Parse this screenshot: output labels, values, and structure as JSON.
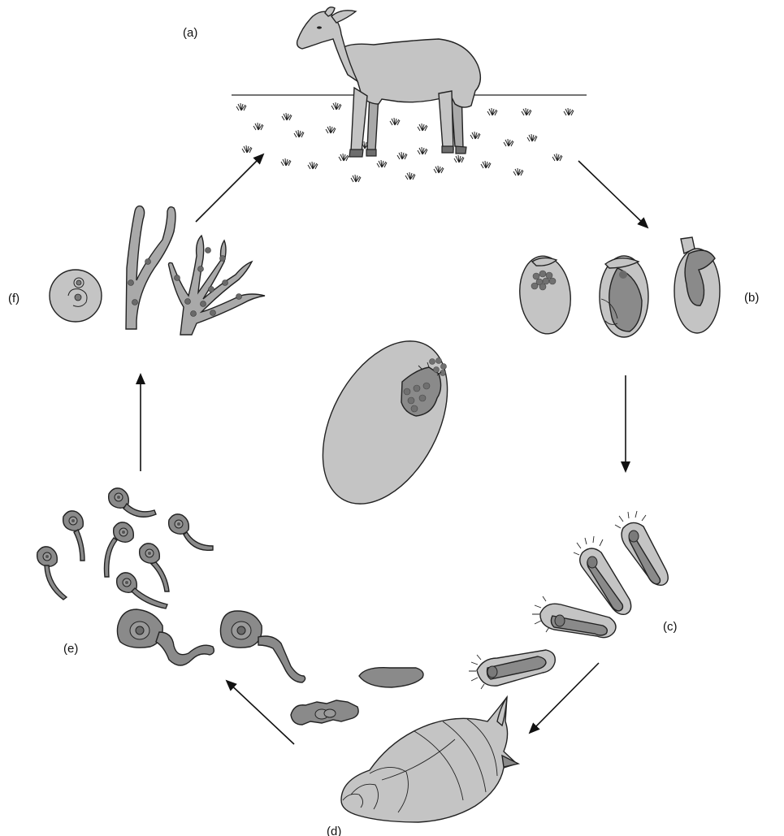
{
  "labels": {
    "a": "(a)",
    "b": "(b)",
    "c": "(c)",
    "d": "(d)",
    "e": "(e)",
    "f": "(f)"
  },
  "colors": {
    "light_grey": "#c4c4c4",
    "mid_grey": "#a9a9a9",
    "dark_grey": "#8a8a8a",
    "outline": "#222222"
  }
}
